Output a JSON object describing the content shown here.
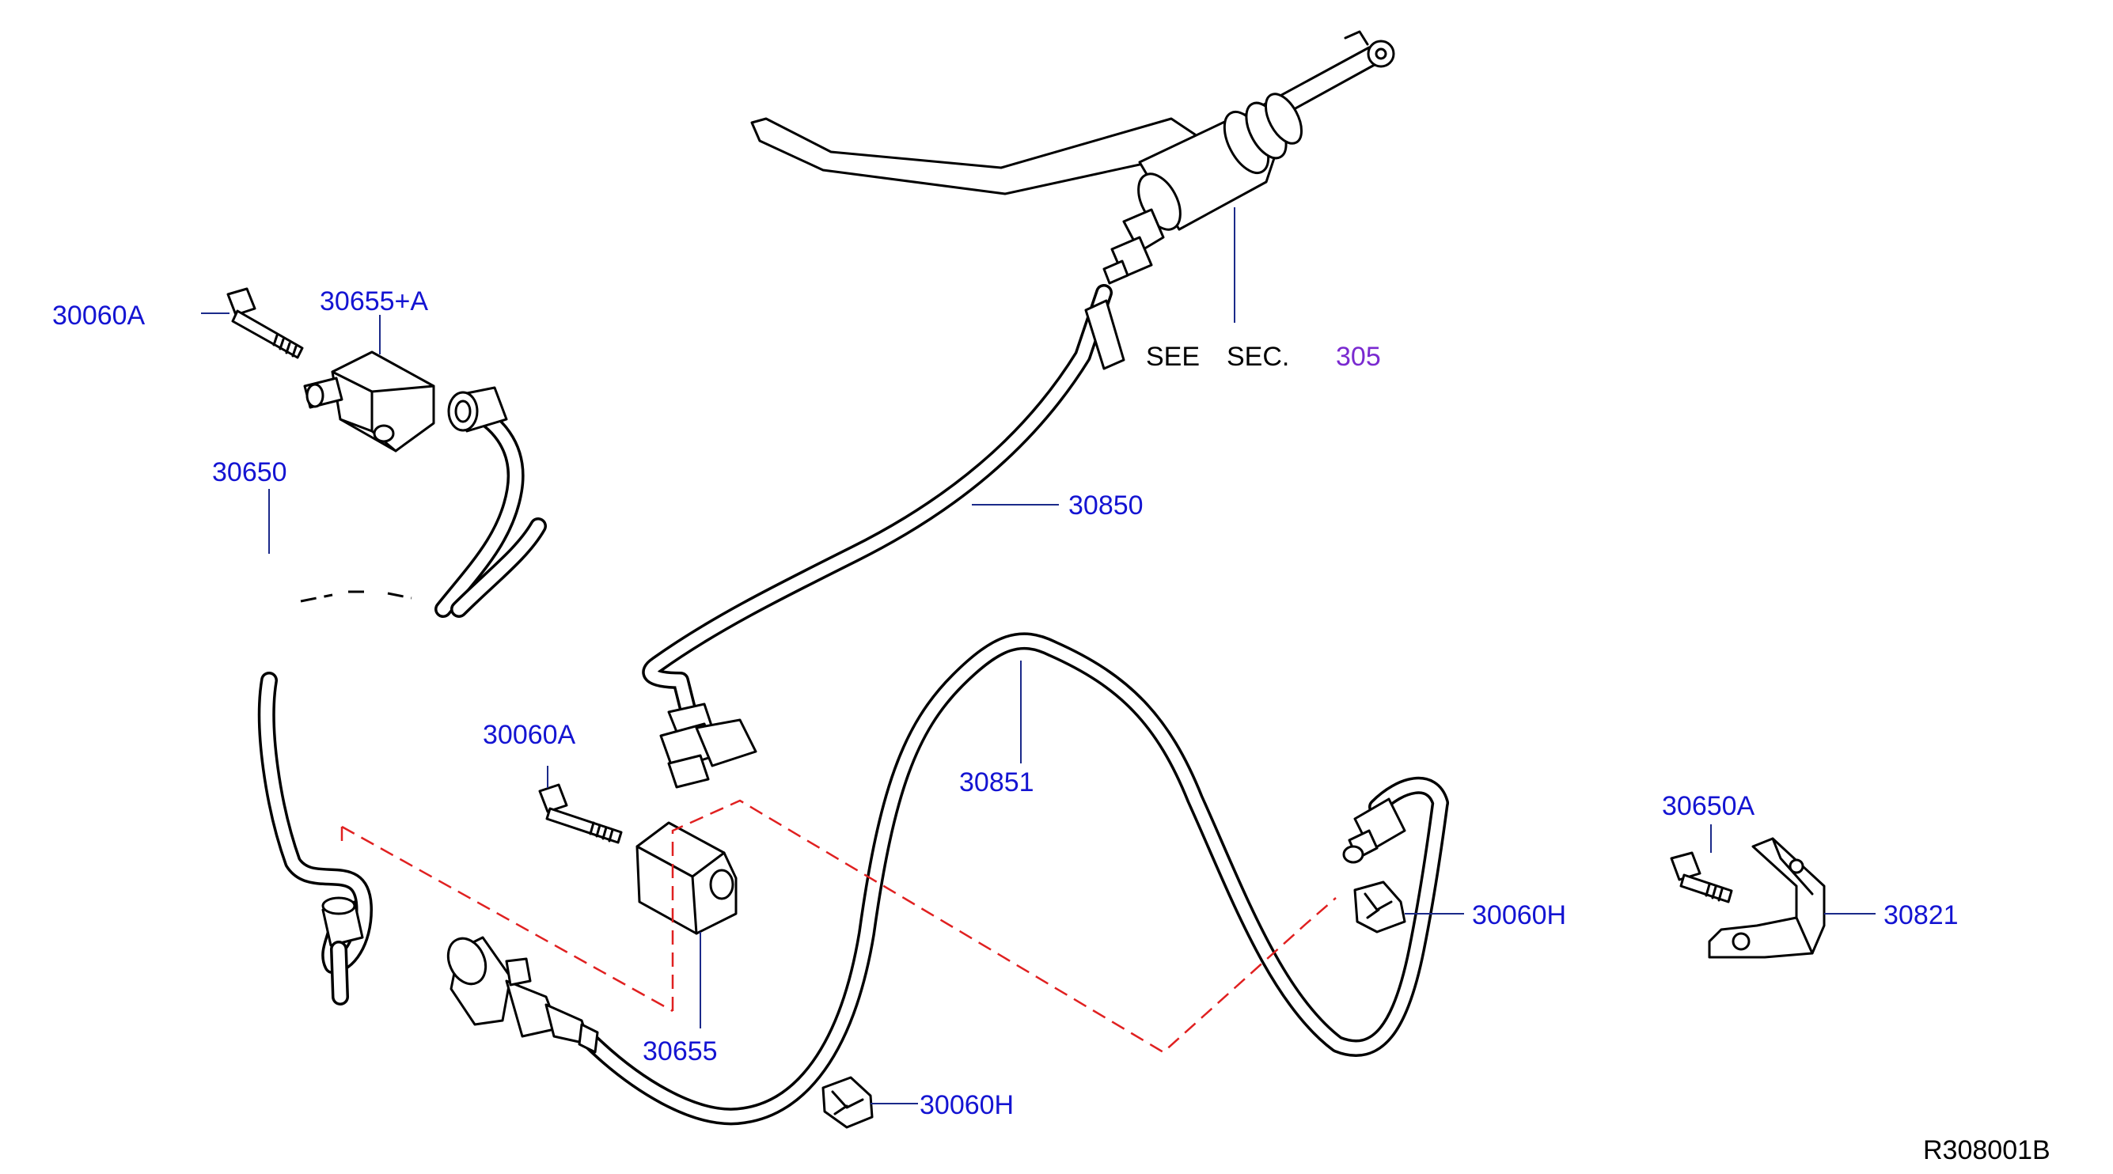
{
  "labels": {
    "bolt_upper": "30060A",
    "damper_a": "30655+A",
    "coil_hose": "30650",
    "bolt_middle": "30060A",
    "damper": "30655",
    "tube_upper": "30850",
    "tube_lower": "30851",
    "clip_right": "30060H",
    "clip_bottom": "30060H",
    "bolt_right": "30650A",
    "bracket": "30821",
    "see": "SEE",
    "sec": "SEC.",
    "sec_number": "305",
    "diagram_code": "R308001B"
  },
  "colors": {
    "label_blue": "#1414d2",
    "section_purple": "#7a2ad0",
    "leader": "#1b2a8a",
    "phantom_line": "#e02020",
    "outline": "#000000"
  }
}
